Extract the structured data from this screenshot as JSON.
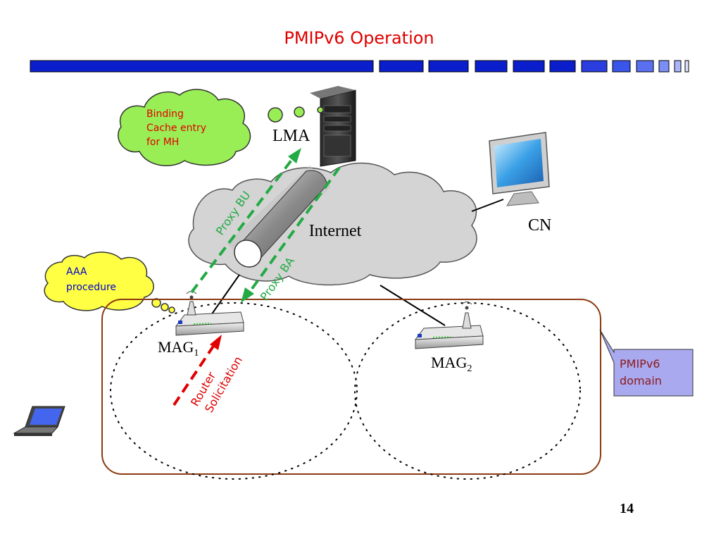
{
  "slide": {
    "title": "PMIPv6 Operation",
    "page_number": "14"
  },
  "clouds": {
    "binding_cache": [
      "Binding",
      "Cache entry",
      "for MH"
    ],
    "aaa": [
      "AAA",
      "procedure"
    ],
    "internet": "Internet"
  },
  "nodes": {
    "lma": "LMA",
    "cn": "CN",
    "mag1": {
      "base": "MAG",
      "sub": "1"
    },
    "mag2": {
      "base": "MAG",
      "sub": "2"
    }
  },
  "messages": {
    "proxy_bu": "Proxy BU",
    "proxy_ba": "Proxy BA",
    "router_solicitation": [
      "Router",
      "Solicitation"
    ]
  },
  "domain_callout": [
    "PMIPv6",
    "domain"
  ],
  "colors": {
    "title": "#e00000",
    "header_bar": "#0a1ecb",
    "green_arrow": "#22aa44",
    "red_arrow": "#e00000",
    "domain_border": "#8a3a10",
    "callout_fill": "#a9a9f0",
    "callout_text": "#8b1a1a",
    "green_cloud": "#99ee55",
    "yellow_cloud": "#ffff44",
    "internet_cloud": "#d4d4d4"
  }
}
